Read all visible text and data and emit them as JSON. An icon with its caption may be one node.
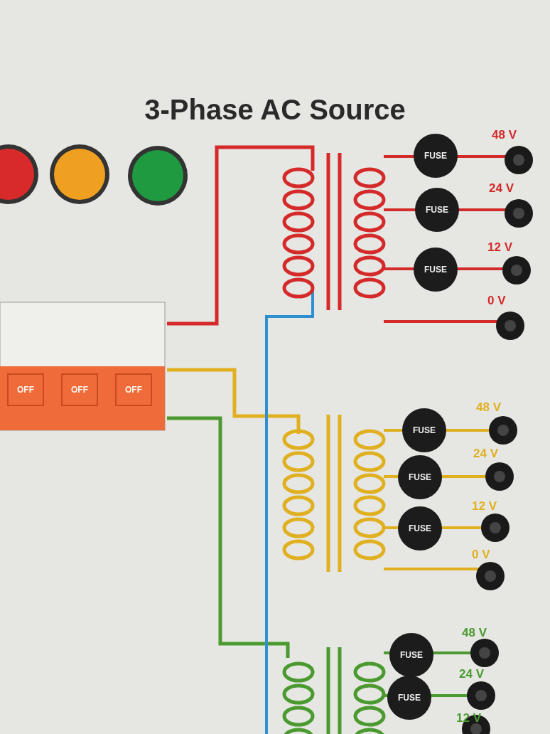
{
  "diagram": {
    "title": "3-Phase AC Source",
    "nodes": [
      {
        "text": [
          "FUSE"
        ]
      },
      {
        "text": [
          "FUSE"
        ]
      },
      {
        "text": [
          "FUSE"
        ]
      },
      {
        "text": [
          "OFF"
        ]
      },
      {
        "text": [
          "OFF"
        ]
      },
      {
        "text": [
          "OFF"
        ]
      },
      {
        "text": [
          "FUSE"
        ]
      },
      {
        "text": [
          "FUSE"
        ]
      },
      {
        "text": [
          "FUSE"
        ]
      },
      {
        "text": [
          "FUSE"
        ]
      },
      {
        "text": [
          "FUSE"
        ]
      }
    ],
    "labels": [
      "48 V",
      "24 V",
      "12 V",
      "0 V",
      "48 V",
      "24 V",
      "12 V",
      "0 V",
      "48 V",
      "24 V",
      "12 V"
    ]
  }
}
